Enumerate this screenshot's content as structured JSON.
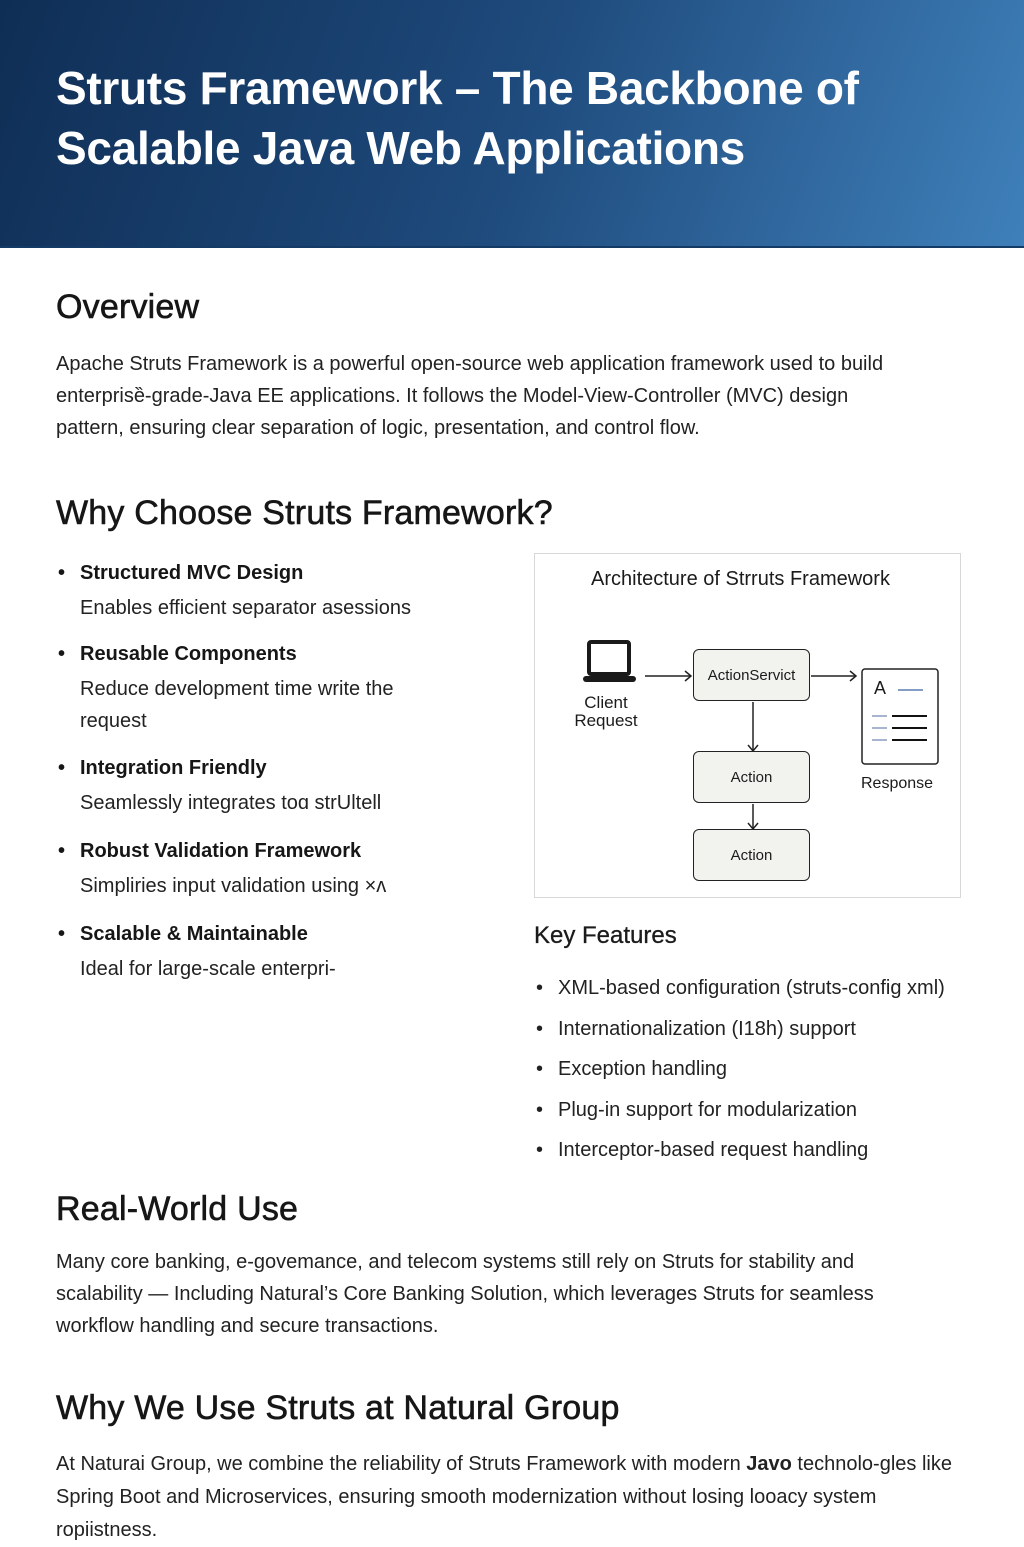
{
  "header": {
    "title": "Struts Framework – The Backbone of Scalable Java Web Applications"
  },
  "overview": {
    "heading": "Overview",
    "text": "Apache Struts Framework is a powerful open-source web application framework used to build enterprisȅ-grade-Java EE applications. It follows the Model-View-Controller (MVC) design pattern, ensuring clear separation of logic, presentation, and control flow."
  },
  "why": {
    "heading": "Why Choose Struts Framework?",
    "items": [
      {
        "title": "Structured MVC Design",
        "desc": "Enables efficient separator asessions"
      },
      {
        "title": "Reusable Components",
        "desc": "Reduce development time write the request"
      },
      {
        "title": "Integration Friendly",
        "desc": "Seamlessly integrates toɑ strUltell"
      },
      {
        "title": "Robust Validation Framework",
        "desc": "Simpliries input validation using ×ʌ"
      },
      {
        "title": "Scalable & Maintainable",
        "desc": "Ideal for large-scale enterpri-"
      }
    ]
  },
  "diagram": {
    "title": "Architecture of Strruts Framework",
    "client": "Client Request",
    "servlet": "ActionServict",
    "action1": "Action",
    "action2": "Action",
    "response": "Response",
    "doc_letter": "A"
  },
  "key_features": {
    "heading": "Key Features",
    "items": [
      "XML-based configuration (struts-config xml)",
      "Internationalization (I18h) support",
      "Exception handling",
      "Plug-in support for modularization",
      "Interceptor-based request handling"
    ]
  },
  "real_world": {
    "heading": "Real-World Use",
    "text": "Many core banking, e-govemance, and telecom systems still rely on Struts for stability and scalability — Including Natural’s Core Banking Solution, which leverages Struts for seamless workflow handling and secure transactions."
  },
  "natural": {
    "heading": "Why We Use Struts at Natural Group",
    "text_before": "At Naturai Group, we combine the reliability of Struts Framework with modern ",
    "text_bold": "Javo",
    "text_after": " technolo-gles like Spring Boot and Microservices, ensuring smooth modernization without losing looacy system ropiistness."
  },
  "colors": {
    "header_dark": "#0f2e55",
    "header_light": "#3f80ba"
  }
}
